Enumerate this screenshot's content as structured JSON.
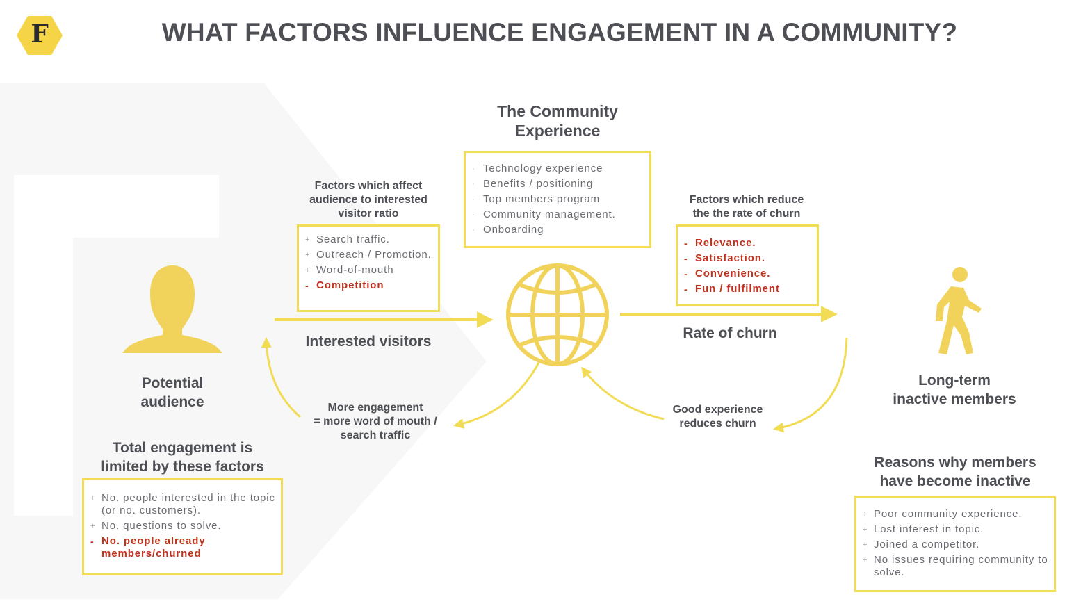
{
  "title": "WHAT FACTORS INFLUENCE ENGAGEMENT IN A COMMUNITY?",
  "logo": {
    "letter": "F",
    "color": "#f5d547"
  },
  "colors": {
    "accent": "#f2db55",
    "icon": "#f1d35b",
    "negative": "#c0321e",
    "text": "#4d4f55"
  },
  "audience": {
    "label_line1": "Potential",
    "label_line2": "audience",
    "limits_heading_line1": "Total engagement is",
    "limits_heading_line2": "limited by these factors",
    "limits": [
      {
        "marker": "+",
        "text": "No. people interested in the topic (or no. customers).",
        "negative": false
      },
      {
        "marker": "+",
        "text": "No. questions to solve.",
        "negative": false
      },
      {
        "marker": "-",
        "text": "No. people already members/churned",
        "negative": true
      }
    ]
  },
  "visitors": {
    "factors_heading_line1": "Factors which affect",
    "factors_heading_line2": "audience to interested",
    "factors_heading_line3": "visitor ratio",
    "factors": [
      {
        "marker": "+",
        "text": "Search traffic.",
        "negative": false
      },
      {
        "marker": "+",
        "text": "Outreach / Promotion.",
        "negative": false
      },
      {
        "marker": "+",
        "text": "Word-of-mouth",
        "negative": false
      },
      {
        "marker": "-",
        "text": "Competition",
        "negative": true
      }
    ],
    "arrow_label": "Interested visitors",
    "feedback_line1": "More engagement",
    "feedback_line2": "= more word of mouth /",
    "feedback_line3": "search traffic"
  },
  "experience": {
    "heading_line1": "The Community",
    "heading_line2": "Experience",
    "items": [
      {
        "marker": "·",
        "text": "Technology experience"
      },
      {
        "marker": "·",
        "text": "Benefits / positioning"
      },
      {
        "marker": "·",
        "text": "Top members program"
      },
      {
        "marker": "·",
        "text": "Community management."
      },
      {
        "marker": "·",
        "text": "Onboarding"
      }
    ]
  },
  "churn": {
    "factors_heading_line1": "Factors which reduce",
    "factors_heading_line2": "the the rate of churn",
    "factors": [
      {
        "marker": "-",
        "text": "Relevance."
      },
      {
        "marker": "-",
        "text": "Satisfaction."
      },
      {
        "marker": "-",
        "text": "Convenience."
      },
      {
        "marker": "-",
        "text": "Fun / fulfilment"
      }
    ],
    "arrow_label": "Rate of churn",
    "feedback_line1": "Good experience",
    "feedback_line2": "reduces churn"
  },
  "inactive": {
    "label_line1": "Long-term",
    "label_line2": "inactive members",
    "reasons_heading_line1": "Reasons why members",
    "reasons_heading_line2": "have become inactive",
    "reasons": [
      {
        "marker": "+",
        "text": "Poor community experience."
      },
      {
        "marker": "+",
        "text": "Lost interest in topic."
      },
      {
        "marker": "+",
        "text": "Joined a competitor."
      },
      {
        "marker": "+",
        "text": "No issues requiring community to solve."
      }
    ]
  }
}
